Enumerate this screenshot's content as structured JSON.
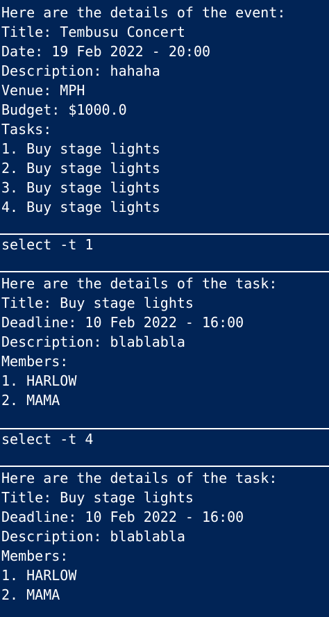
{
  "event_block": {
    "lines": [
      "Here are the details of the event:",
      "Title: Tembusu Concert",
      "Date: 19 Feb 2022 - 20:00",
      "Description: hahaha",
      "Venue: MPH",
      "Budget: $1000.0",
      "Tasks:",
      "1. Buy stage lights",
      "2. Buy stage lights",
      "3. Buy stage lights",
      "4. Buy stage lights"
    ]
  },
  "command_1": "select -t 1",
  "task_block_1": {
    "lines": [
      "Here are the details of the task:",
      "Title: Buy stage lights",
      "Deadline: 10 Feb 2022 - 16:00",
      "Description: blablabla",
      "Members:",
      "1. HARLOW",
      "2. MAMA"
    ]
  },
  "command_2": "select -t 4",
  "task_block_2": {
    "lines": [
      "Here are the details of the task:",
      "Title: Buy stage lights",
      "Deadline: 10 Feb 2022 - 16:00",
      "Description: blablabla",
      "Members:",
      "1. HARLOW",
      "2. MAMA"
    ]
  }
}
